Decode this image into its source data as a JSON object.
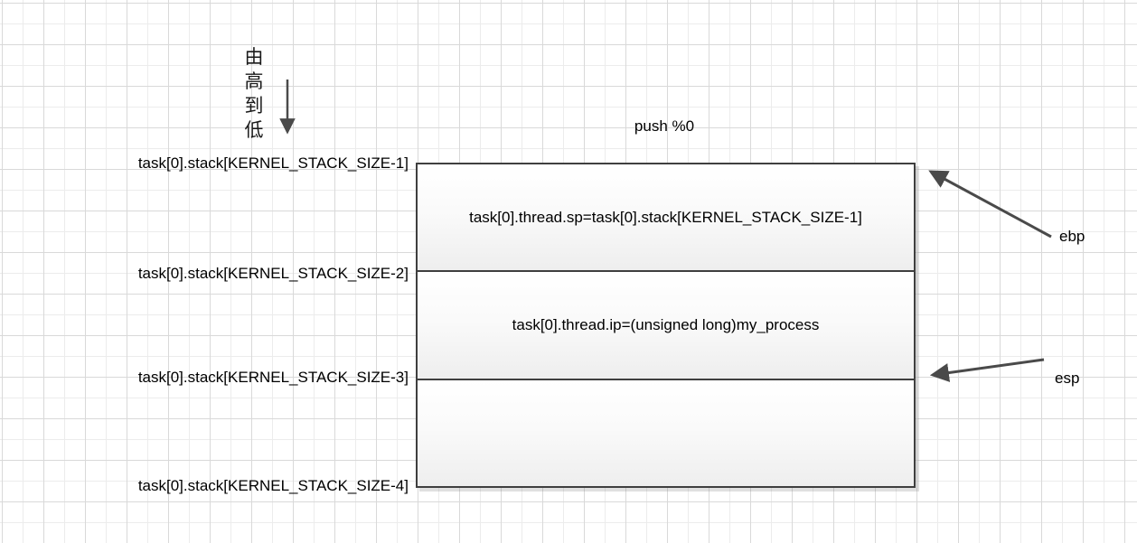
{
  "diagram": {
    "direction_note": "由高到低",
    "push_label": "push %0",
    "left_labels": [
      "task[0].stack[KERNEL_STACK_SIZE-1]",
      "task[0].stack[KERNEL_STACK_SIZE-2]",
      "task[0].stack[KERNEL_STACK_SIZE-3]",
      "task[0].stack[KERNEL_STACK_SIZE-4]"
    ],
    "stack_cells": [
      "task[0].thread.sp=task[0].stack[KERNEL_STACK_SIZE-1]",
      "task[0].thread.ip=(unsigned long)my_process",
      ""
    ],
    "registers": {
      "ebp": "ebp",
      "esp": "esp"
    },
    "colors": {
      "box_border": "#3f3f3f",
      "arrow": "#4a4a4a",
      "cell_gradient_top": "#ffffff",
      "cell_gradient_bottom": "#eeeeee",
      "grid_line_major": "#d9d9d9",
      "grid_line_minor": "#ececec",
      "background": "#ffffff",
      "text": "#000000"
    }
  }
}
